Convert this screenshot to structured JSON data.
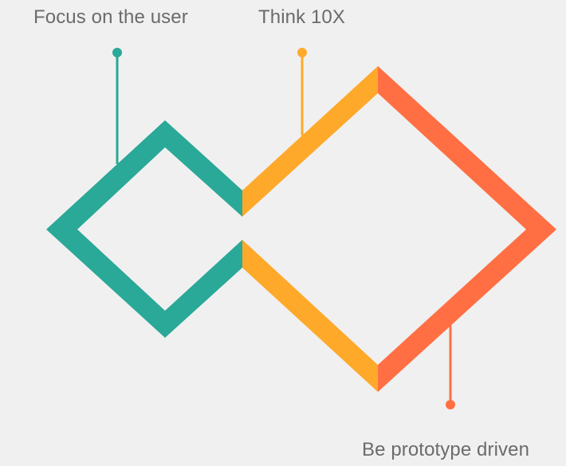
{
  "labels": {
    "focus_user": "Focus on the user",
    "think_10x": "Think 10X",
    "prototype": "Be prototype driven"
  },
  "colors": {
    "background": "#f0f0f0",
    "teal": "#2aa898",
    "amber": "#ffa92b",
    "orange": "#ff6f43",
    "text": "#6b6b6b"
  }
}
